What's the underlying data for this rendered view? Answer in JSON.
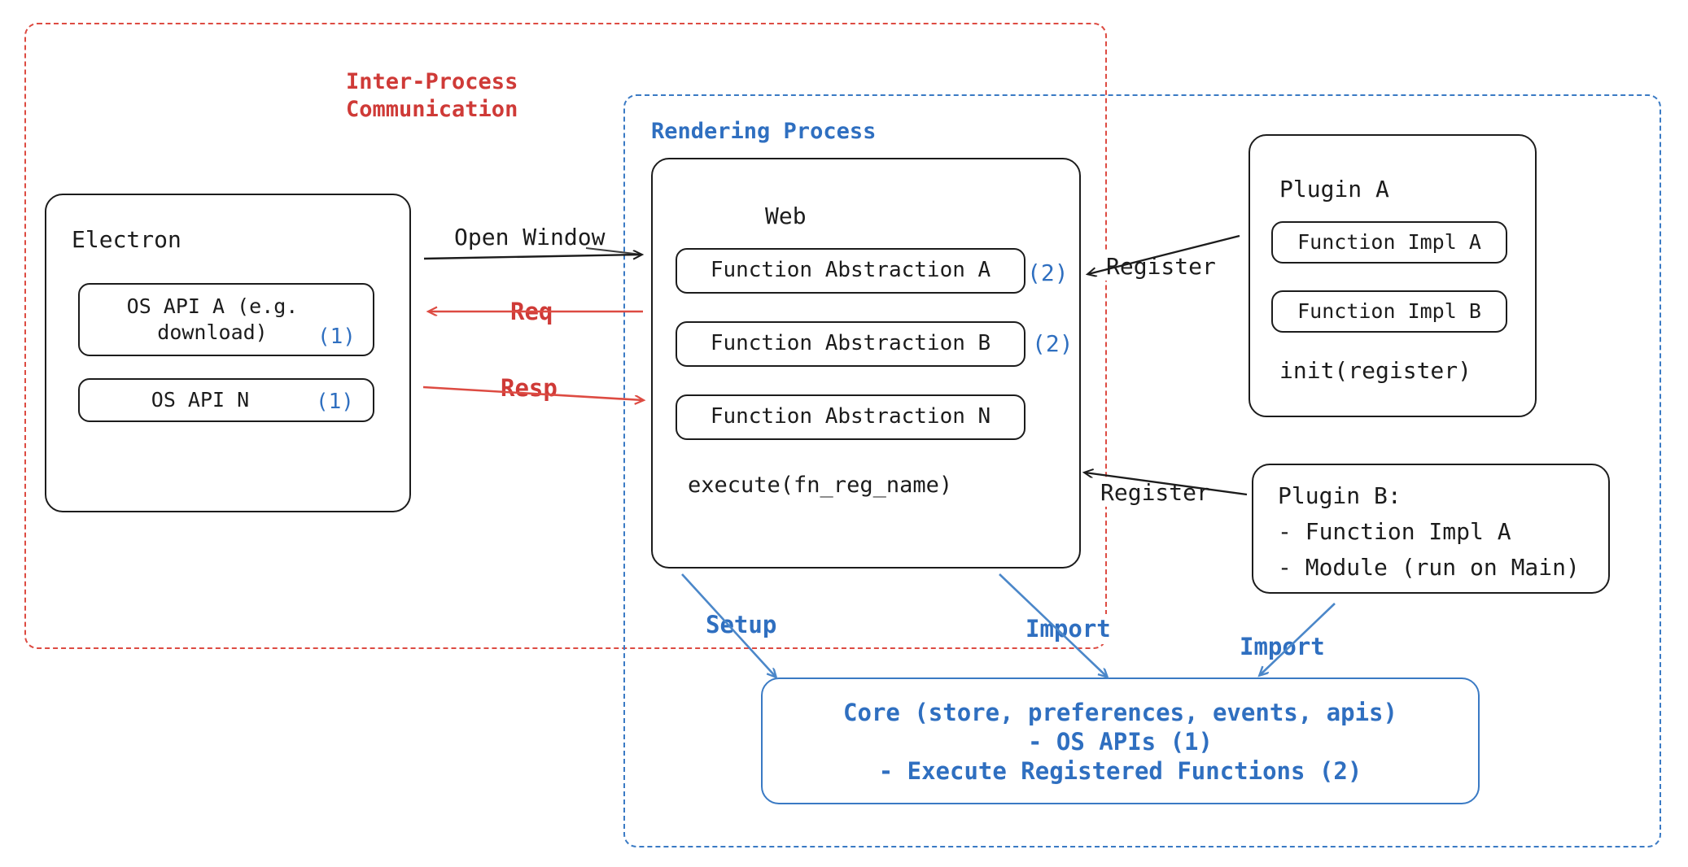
{
  "diagram": {
    "title": "Electron plugin architecture",
    "colors": {
      "ipc_red": "#cf3a37",
      "render_blue": "#2f6fc0",
      "box_black": "#1c1c1c",
      "background": "#ffffff"
    }
  },
  "regions": {
    "ipc": {
      "label": "Inter-Process\nCommunication",
      "color": "#cf3a37",
      "style": "dashed"
    },
    "rendering": {
      "label": "Rendering Process",
      "color": "#2f6fc0",
      "style": "dashed"
    }
  },
  "electron": {
    "title": "Electron",
    "apis": [
      {
        "label": "OS API A (e.g.\ndownload)",
        "ref": "(1)"
      },
      {
        "label": "OS API N",
        "ref": "(1)"
      }
    ]
  },
  "web": {
    "title": "Web",
    "abstractions": [
      {
        "label": "Function Abstraction A",
        "ref": "(2)"
      },
      {
        "label": "Function Abstraction B",
        "ref": "(2)"
      },
      {
        "label": "Function Abstraction N",
        "ref": ""
      }
    ],
    "method": "execute(fn_reg_name)"
  },
  "plugin_a": {
    "title": "Plugin A",
    "items": [
      "Function Impl A",
      "Function Impl B"
    ],
    "init": "init(register)"
  },
  "plugin_b": {
    "lines": [
      "Plugin B:",
      "- Function Impl A",
      "- Module (run on Main)"
    ]
  },
  "core": {
    "lines": [
      "Core (store, preferences, events, apis)",
      "- OS APIs (1)",
      "- Execute Registered Functions (2)"
    ]
  },
  "edges": {
    "open_window": {
      "label": "Open Window",
      "color": "#1c1c1c"
    },
    "req": {
      "label": "Req",
      "color": "#cf3a37"
    },
    "resp": {
      "label": "Resp",
      "color": "#cf3a37"
    },
    "register_top": {
      "label": "Register",
      "color": "#1c1c1c"
    },
    "register_bottom": {
      "label": "Register",
      "color": "#1c1c1c"
    },
    "setup": {
      "label": "Setup",
      "color": "#2f6fc0"
    },
    "import_web": {
      "label": "Import",
      "color": "#2f6fc0"
    },
    "import_plugin_b": {
      "label": "Import",
      "color": "#2f6fc0"
    }
  }
}
